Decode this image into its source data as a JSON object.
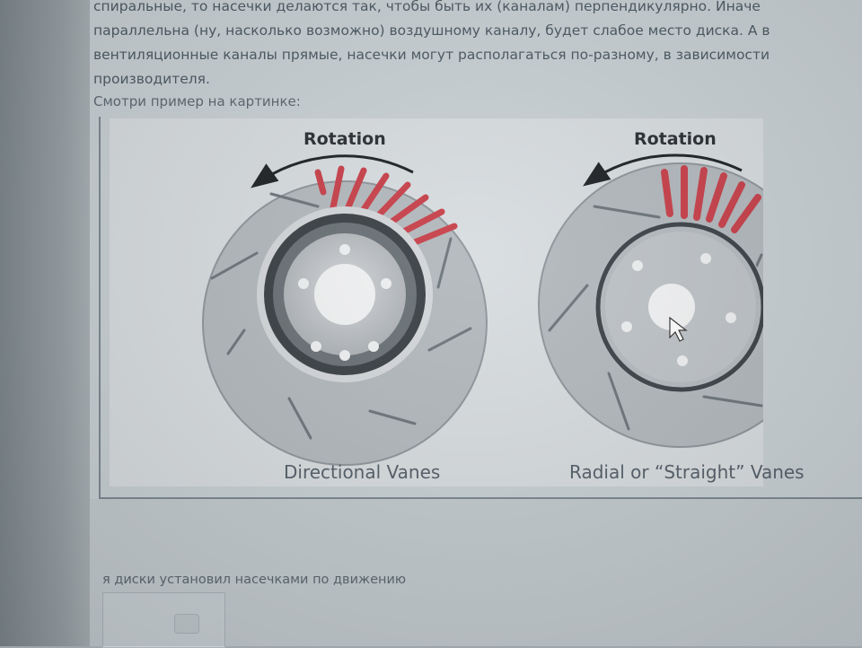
{
  "post": {
    "lines": [
      "спиральные, то насечки делаются так, чтобы быть их (каналам) перпендикулярно. Иначе",
      "параллельна (ну, насколько возможно) воздушному каналу, будет слабое место диска. А в",
      "вентиляционные каналы прямые, насечки могут располагаться по-разному, в зависимости",
      "производителя."
    ],
    "caption": "Смотри пример на картинке:"
  },
  "figure": {
    "left_rotation": "Rotation",
    "right_rotation": "Rotation",
    "left_label": "Directional Vanes",
    "right_label": "Radial or “Straight” Vanes",
    "vane_color": "#c8414b",
    "disc_color": "#b3b9bd"
  },
  "reply": {
    "text": "я диски установил насечками по движению"
  },
  "icons": {
    "cursor": "mouse-pointer-icon",
    "arrows": "rotation-arrow-icon"
  }
}
